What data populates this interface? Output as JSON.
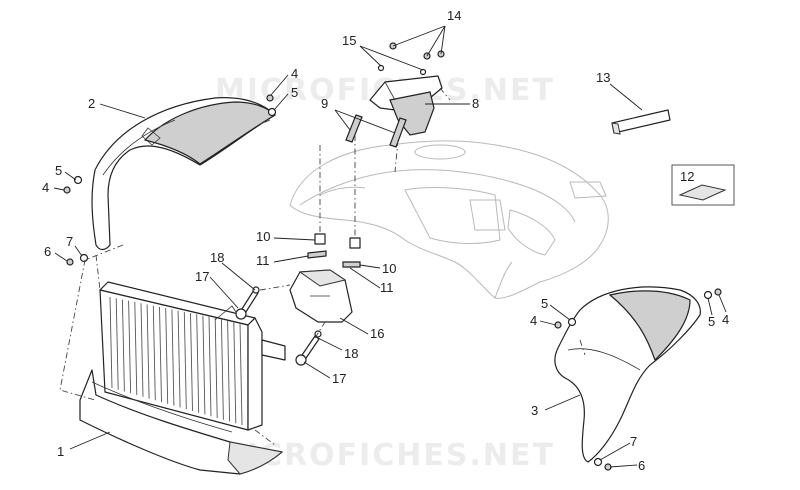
{
  "watermarks": [
    "MICROFICHES.NET",
    "MICROFICHES.NET"
  ],
  "callouts": [
    {
      "id": "c14",
      "text": "14"
    },
    {
      "id": "c15",
      "text": "15"
    },
    {
      "id": "c13",
      "text": "13"
    },
    {
      "id": "c12",
      "text": "12"
    },
    {
      "id": "c9",
      "text": "9"
    },
    {
      "id": "c8",
      "text": "8"
    },
    {
      "id": "c4a",
      "text": "4"
    },
    {
      "id": "c5a",
      "text": "5"
    },
    {
      "id": "c2",
      "text": "2"
    },
    {
      "id": "c5b",
      "text": "5"
    },
    {
      "id": "c4b",
      "text": "4"
    },
    {
      "id": "c7a",
      "text": "7"
    },
    {
      "id": "c6a",
      "text": "6"
    },
    {
      "id": "c10a",
      "text": "10"
    },
    {
      "id": "c11a",
      "text": "11"
    },
    {
      "id": "c10b",
      "text": "10"
    },
    {
      "id": "c11b",
      "text": "11"
    },
    {
      "id": "c18a",
      "text": "18"
    },
    {
      "id": "c17a",
      "text": "17"
    },
    {
      "id": "c16",
      "text": "16"
    },
    {
      "id": "c18b",
      "text": "18"
    },
    {
      "id": "c17b",
      "text": "17"
    },
    {
      "id": "c5c",
      "text": "5"
    },
    {
      "id": "c4c",
      "text": "4"
    },
    {
      "id": "c5d",
      "text": "5"
    },
    {
      "id": "c4d",
      "text": "4"
    },
    {
      "id": "c3",
      "text": "3"
    },
    {
      "id": "c1",
      "text": "1"
    },
    {
      "id": "c7b",
      "text": "7"
    },
    {
      "id": "c6b",
      "text": "6"
    }
  ]
}
